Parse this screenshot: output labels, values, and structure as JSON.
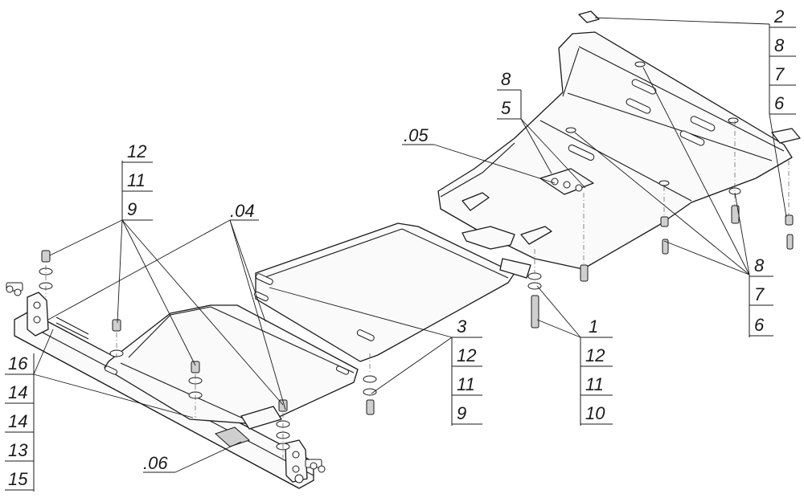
{
  "diagram": {
    "assembly_refs": [
      ".04",
      ".05",
      ".06"
    ],
    "callout_stacks": [
      {
        "id": "top-left-stack",
        "items": [
          "12",
          "11",
          "9"
        ]
      },
      {
        "id": "top-right-stack",
        "items": [
          "2",
          "8",
          "7",
          "6"
        ]
      },
      {
        "id": "center-top-stack",
        "items": [
          "8",
          "5"
        ]
      },
      {
        "id": "left-bottom-stack",
        "items": [
          "16",
          "14",
          "14",
          "13",
          "15"
        ]
      },
      {
        "id": "center-bottom-stack",
        "items": [
          "3",
          "12",
          "11",
          "9"
        ]
      },
      {
        "id": "mid-bottom-stack",
        "items": [
          "1",
          "12",
          "11",
          "10"
        ]
      },
      {
        "id": "right-bottom-stack",
        "items": [
          "8",
          "7",
          "6"
        ]
      }
    ]
  }
}
